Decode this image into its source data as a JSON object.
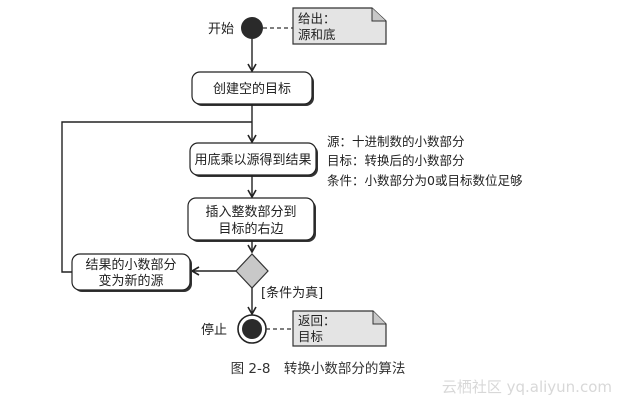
{
  "start_label": "开始",
  "stop_label": "停止",
  "note_start": {
    "line1": "给出：",
    "line2": "源和底"
  },
  "note_stop": {
    "line1": "返回：",
    "line2": "目标"
  },
  "actions": {
    "create": "创建空的目标",
    "multiply": "用底乘以源得到结果",
    "insert_line1": "插入整数部分到",
    "insert_line2": "目标的右边",
    "fraction_line1": "结果的小数部分",
    "fraction_line2": "变为新的源"
  },
  "guard": "[条件为真]",
  "annotations": [
    "源：十进制数的小数部分",
    "目标：转换后的小数部分",
    "条件：小数部分为0或目标数位足够"
  ],
  "caption": "图 2-8　转换小数部分的算法",
  "watermark": "云栖社区 yq.aliyun.com"
}
